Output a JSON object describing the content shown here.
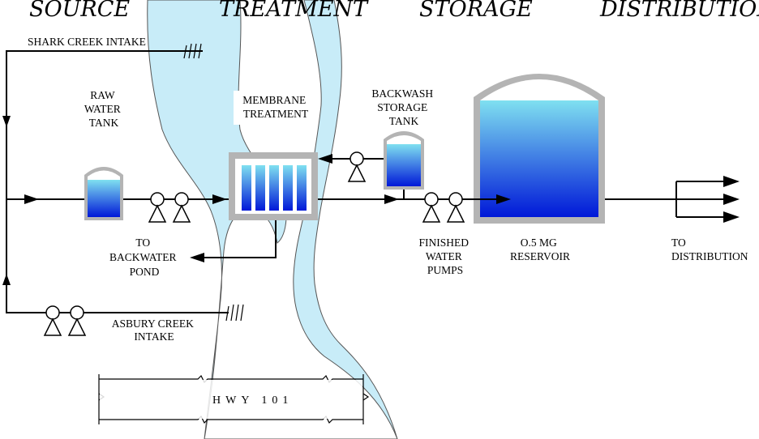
{
  "headers": {
    "source": "SOURCE",
    "treatment": "TREATMENT",
    "storage": "STORAGE",
    "distribution": "DISTRIBUTION"
  },
  "labels": {
    "shark_creek_intake": "SHARK CREEK INTAKE",
    "raw_water_tank": [
      "RAW",
      "WATER",
      "TANK"
    ],
    "membrane_treatment": [
      "MEMBRANE",
      "TREATMENT"
    ],
    "backwash_storage_tank": [
      "BACKWASH",
      "STORAGE",
      "TANK"
    ],
    "to_backwater_pond": [
      "TO",
      "BACKWATER",
      "POND"
    ],
    "finished_water_pumps": [
      "FINISHED",
      "WATER",
      "PUMPS"
    ],
    "reservoir": [
      "O.5 MG",
      "RESERVOIR"
    ],
    "to_distribution": [
      "TO",
      "DISTRIBUTION"
    ],
    "asbury_creek_intake": [
      "ASBURY CREEK",
      "INTAKE"
    ],
    "highway": "HWY 101"
  },
  "colors": {
    "river": "#c8ecf8",
    "water_top": "#7fe0f0",
    "water_bottom": "#0018d8",
    "tank_shell": "#b4b4b4",
    "pipe": "#000000"
  }
}
